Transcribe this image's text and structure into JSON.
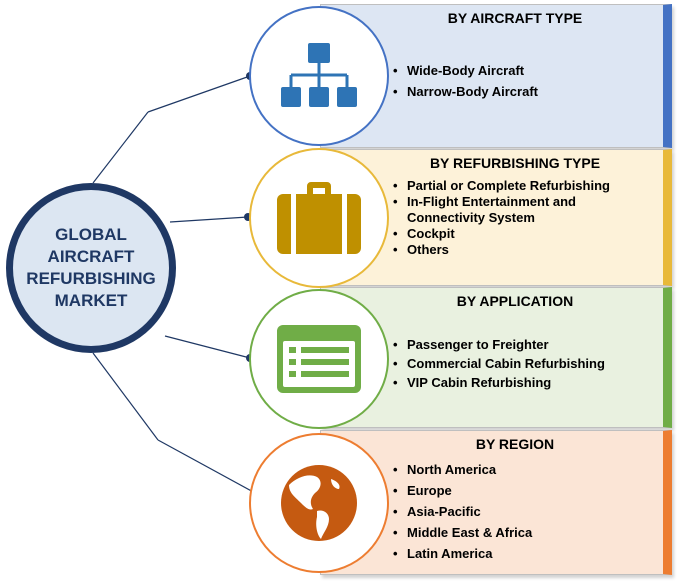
{
  "center": {
    "title": "GLOBAL\nAIRCRAFT\nREFURBISHING\nMARKET"
  },
  "segments": [
    {
      "title": "BY AIRCRAFT TYPE",
      "icon": "org-chart-icon",
      "colors": {
        "panel_bg": "#dde6f3",
        "accent": "#4472c4",
        "icon": "#2e74b5"
      },
      "items": [
        "Wide-Body Aircraft",
        "Narrow-Body Aircraft"
      ]
    },
    {
      "title": "BY REFURBISHING TYPE",
      "icon": "briefcase-icon",
      "colors": {
        "panel_bg": "#fdf2d9",
        "accent": "#e8b93a",
        "icon": "#bf9000"
      },
      "items": [
        "Partial or Complete Refurbishing",
        "In-Flight Entertainment and Connectivity System",
        "Cockpit",
        "Others"
      ]
    },
    {
      "title": "BY APPLICATION",
      "icon": "list-window-icon",
      "colors": {
        "panel_bg": "#e9f1e0",
        "accent": "#70ad47",
        "icon": "#70ad47"
      },
      "items": [
        "Passenger to Freighter",
        "Commercial Cabin Refurbishing",
        "VIP Cabin Refurbishing"
      ]
    },
    {
      "title": "BY REGION",
      "icon": "globe-icon",
      "colors": {
        "panel_bg": "#fbe5d6",
        "accent": "#ed7d31",
        "icon": "#c55a11"
      },
      "items": [
        "North America",
        "Europe",
        "Asia-Pacific",
        "Middle East & Africa",
        "Latin America"
      ]
    }
  ]
}
